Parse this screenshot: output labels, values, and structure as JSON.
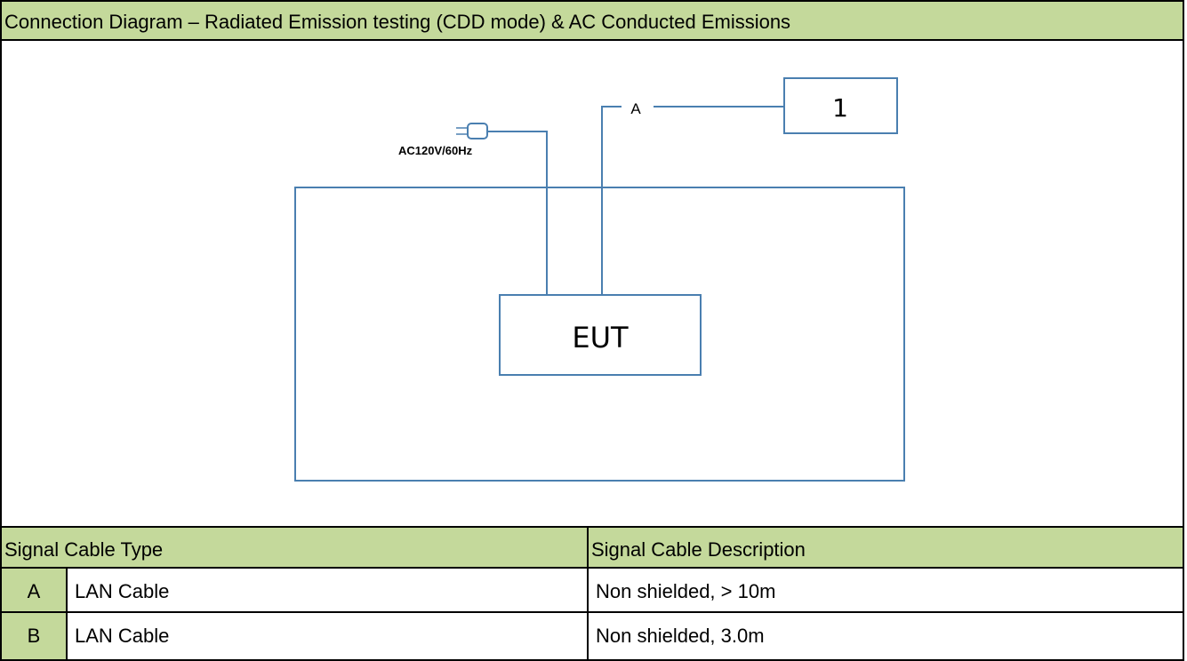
{
  "title": "Connection Diagram – Radiated Emission testing (CDD mode) & AC Conducted Emissions",
  "diagram": {
    "power_label": "AC120V/60Hz",
    "cable_label": "A",
    "device_box_label": "1",
    "eut_label": "EUT",
    "line_color": "#4a7fb0"
  },
  "table": {
    "header_type": "Signal Cable Type",
    "header_description": "Signal Cable Description",
    "header_color": "#c4d99b",
    "rows": [
      {
        "letter": "A",
        "type": "LAN Cable",
        "description": "Non shielded, > 10m"
      },
      {
        "letter": "B",
        "type": "LAN Cable",
        "description": "Non shielded, 3.0m"
      }
    ]
  }
}
